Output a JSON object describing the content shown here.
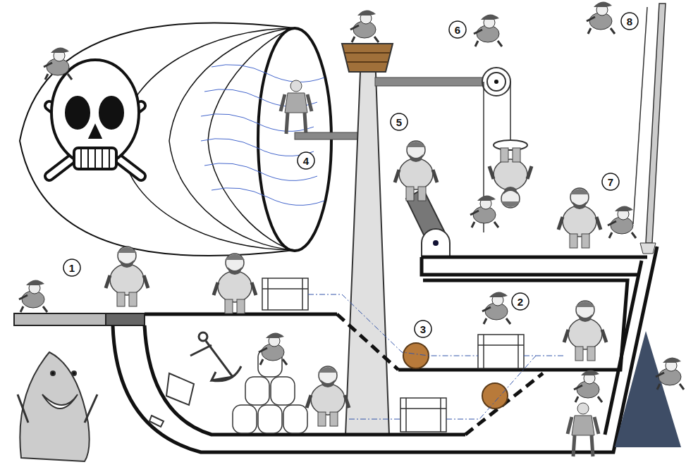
{
  "diagram": {
    "nodes": [
      {
        "text": [
          "6"
        ]
      },
      {
        "text": [
          "8"
        ]
      },
      {
        "text": [
          "5"
        ]
      },
      {
        "text": [
          "4"
        ]
      },
      {
        "text": [
          "7"
        ]
      },
      {
        "text": [
          "1"
        ]
      },
      {
        "text": [
          "2"
        ]
      },
      {
        "text": [
          "3"
        ]
      }
    ]
  }
}
